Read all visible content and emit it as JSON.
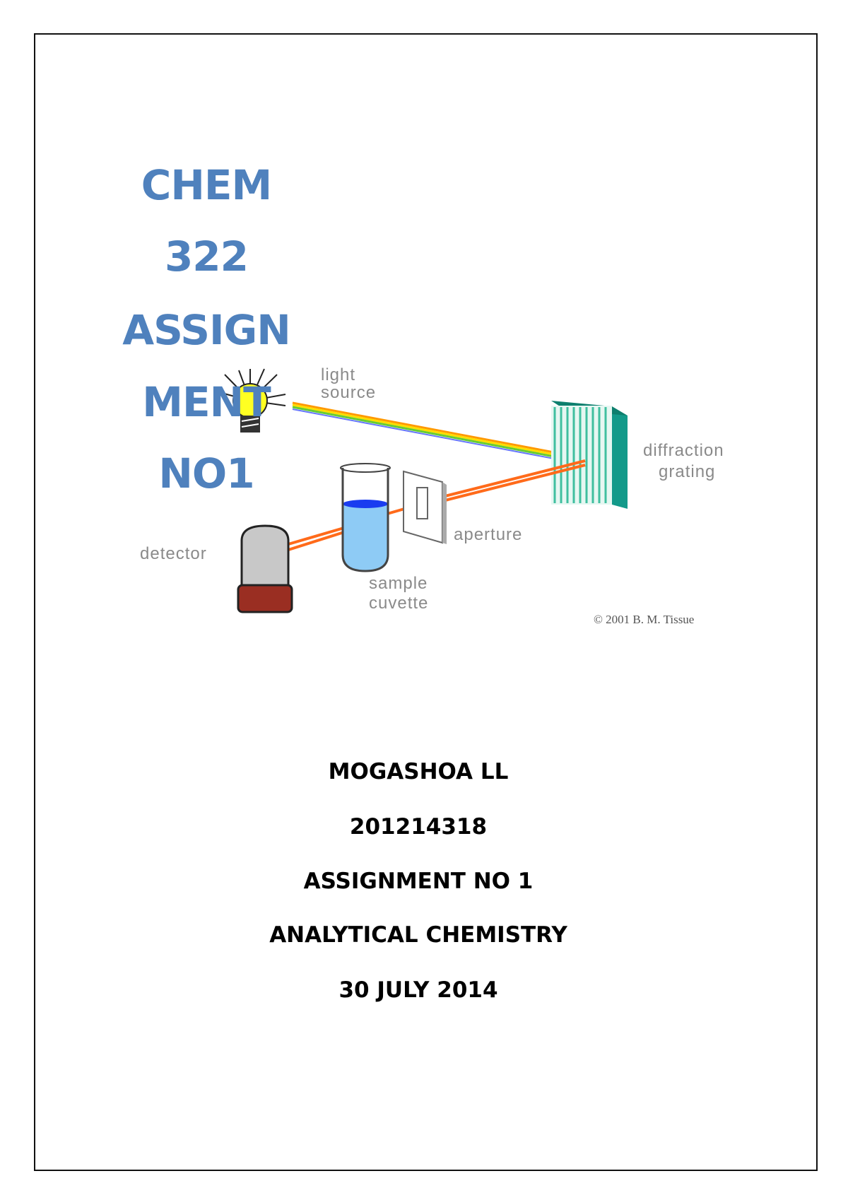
{
  "cover": {
    "title_lines": [
      "CHEM",
      "322",
      "ASSIGN",
      "MENT",
      "NO1"
    ],
    "title_color": "#4f81bd"
  },
  "diagram": {
    "labels": {
      "light": "light",
      "source": "source",
      "diffraction": "diffraction",
      "grating": "grating",
      "aperture": "aperture",
      "detector": "detector",
      "sample": "sample",
      "cuvette": "cuvette",
      "copyright": "© 2001 B. M. Tissue"
    }
  },
  "info": {
    "name": "MOGASHOA LL",
    "student_number": "201214318",
    "assignment": "ASSIGNMENT NO 1",
    "subject": "ANALYTICAL CHEMISTRY",
    "date": "30 JULY 2014"
  }
}
